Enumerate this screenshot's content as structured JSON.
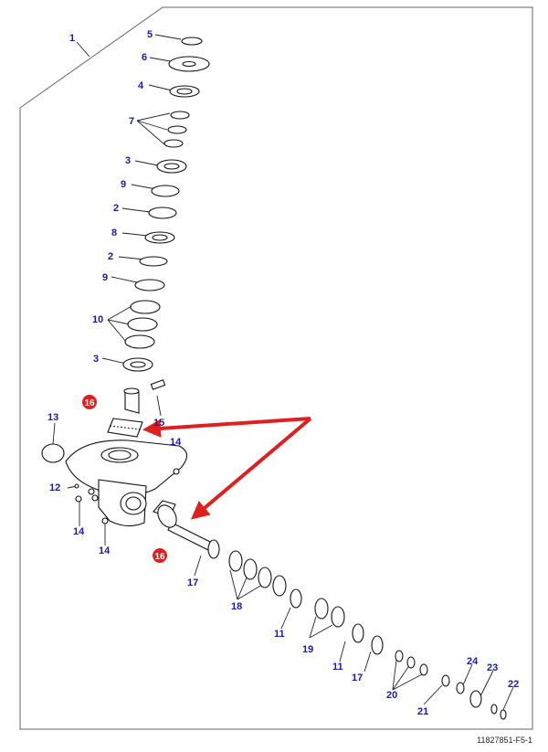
{
  "diagram": {
    "ref_code": "11827851-F5-1",
    "highlight_color": "#e02020",
    "callout_color": "#1a1ab0",
    "callouts": [
      {
        "label": "1"
      },
      {
        "label": "5"
      },
      {
        "label": "6"
      },
      {
        "label": "4"
      },
      {
        "label": "7"
      },
      {
        "label": "3"
      },
      {
        "label": "9"
      },
      {
        "label": "2"
      },
      {
        "label": "8"
      },
      {
        "label": "2"
      },
      {
        "label": "9"
      },
      {
        "label": "10"
      },
      {
        "label": "3"
      },
      {
        "label": "13"
      },
      {
        "label": "15"
      },
      {
        "label": "14"
      },
      {
        "label": "12"
      },
      {
        "label": "14"
      },
      {
        "label": "14"
      },
      {
        "label": "17"
      },
      {
        "label": "18"
      },
      {
        "label": "11"
      },
      {
        "label": "19"
      },
      {
        "label": "11"
      },
      {
        "label": "17"
      },
      {
        "label": "20"
      },
      {
        "label": "21"
      },
      {
        "label": "24"
      },
      {
        "label": "23"
      },
      {
        "label": "22"
      }
    ],
    "highlights": [
      {
        "label": "16"
      },
      {
        "label": "16"
      }
    ]
  }
}
